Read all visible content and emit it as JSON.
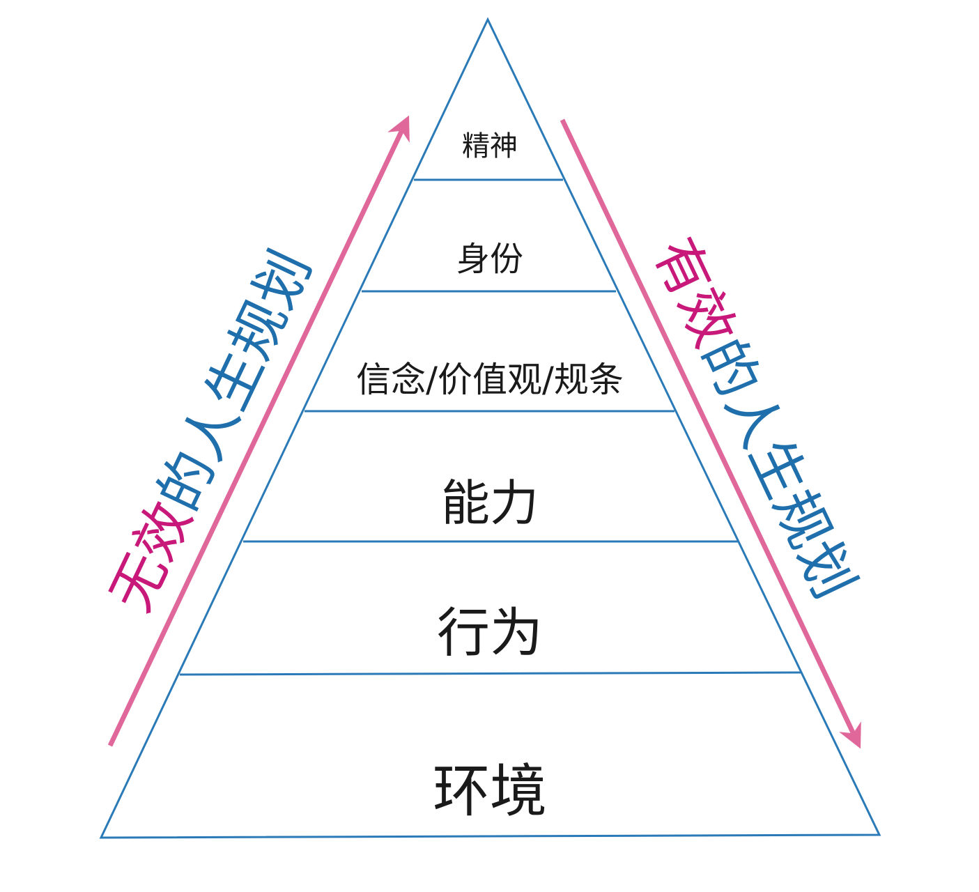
{
  "levels": [
    {
      "label": "精神"
    },
    {
      "label": "身份"
    },
    {
      "label": "信念/价值观/规条"
    },
    {
      "label": "能力"
    },
    {
      "label": "行为"
    },
    {
      "label": "环境"
    }
  ],
  "left_label": {
    "parts": [
      {
        "text": "无效",
        "color": "#c8187a"
      },
      {
        "text": "的人生规划",
        "color": "#1f6fad"
      }
    ]
  },
  "right_label": {
    "parts": [
      {
        "text": "有效",
        "color": "#c8187a"
      },
      {
        "text": "的人生规划",
        "color": "#1f6fad"
      }
    ]
  },
  "colors": {
    "pyramid_line": "#2a7ab8",
    "arrow": "#e0679a",
    "accent_text": "#c8187a",
    "blue_text": "#1f6fad"
  }
}
